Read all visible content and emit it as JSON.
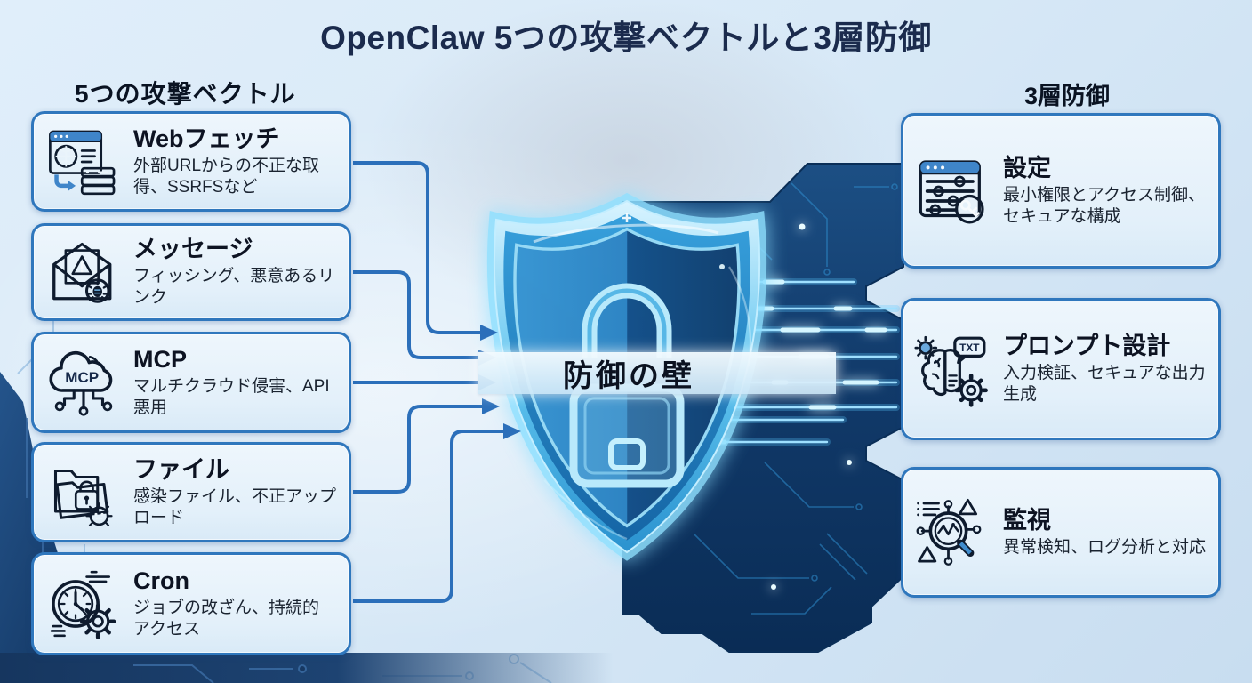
{
  "title": "OpenClaw 5つの攻撃ベクトルと3層防御",
  "center": {
    "banner": "防御の壁"
  },
  "left": {
    "header": "5つの攻撃ベクトル",
    "items": [
      {
        "title": "Webフェッチ",
        "desc": "外部URLからの不正な取得、SSRFSなど",
        "icon": "web-fetch-icon"
      },
      {
        "title": "メッセージ",
        "desc": "フィッシング、悪意あるリンク",
        "icon": "mail-threat-icon"
      },
      {
        "title": "MCP",
        "desc": "マルチクラウド侵害、API悪用",
        "icon": "mcp-cloud-icon",
        "icon_label": "MCP"
      },
      {
        "title": "ファイル",
        "desc": "感染ファイル、不正アップロード",
        "icon": "file-lock-icon"
      },
      {
        "title": "Cron",
        "desc": "ジョブの改ざん、持続的アクセス",
        "icon": "cron-clock-icon"
      }
    ]
  },
  "right": {
    "header": "3層防御",
    "items": [
      {
        "title": "設定",
        "desc": "最小権限とアクセス制御、セキュアな構成",
        "icon": "settings-sliders-icon"
      },
      {
        "title": "プロンプト設計",
        "desc": "入力検証、セキュアな出力生成",
        "icon": "prompt-brain-icon",
        "icon_label": "TXT"
      },
      {
        "title": "監視",
        "desc": "異常検知、ログ分析と対応",
        "icon": "monitoring-icon"
      }
    ]
  },
  "colors": {
    "accent_blue": "#2e76c0",
    "box_border": "#2f77bd",
    "panel_navy": "#123a66",
    "glow_cyan": "#35c4f5",
    "background_light": "#d9eaf7",
    "title_navy": "#1b2b4d"
  }
}
